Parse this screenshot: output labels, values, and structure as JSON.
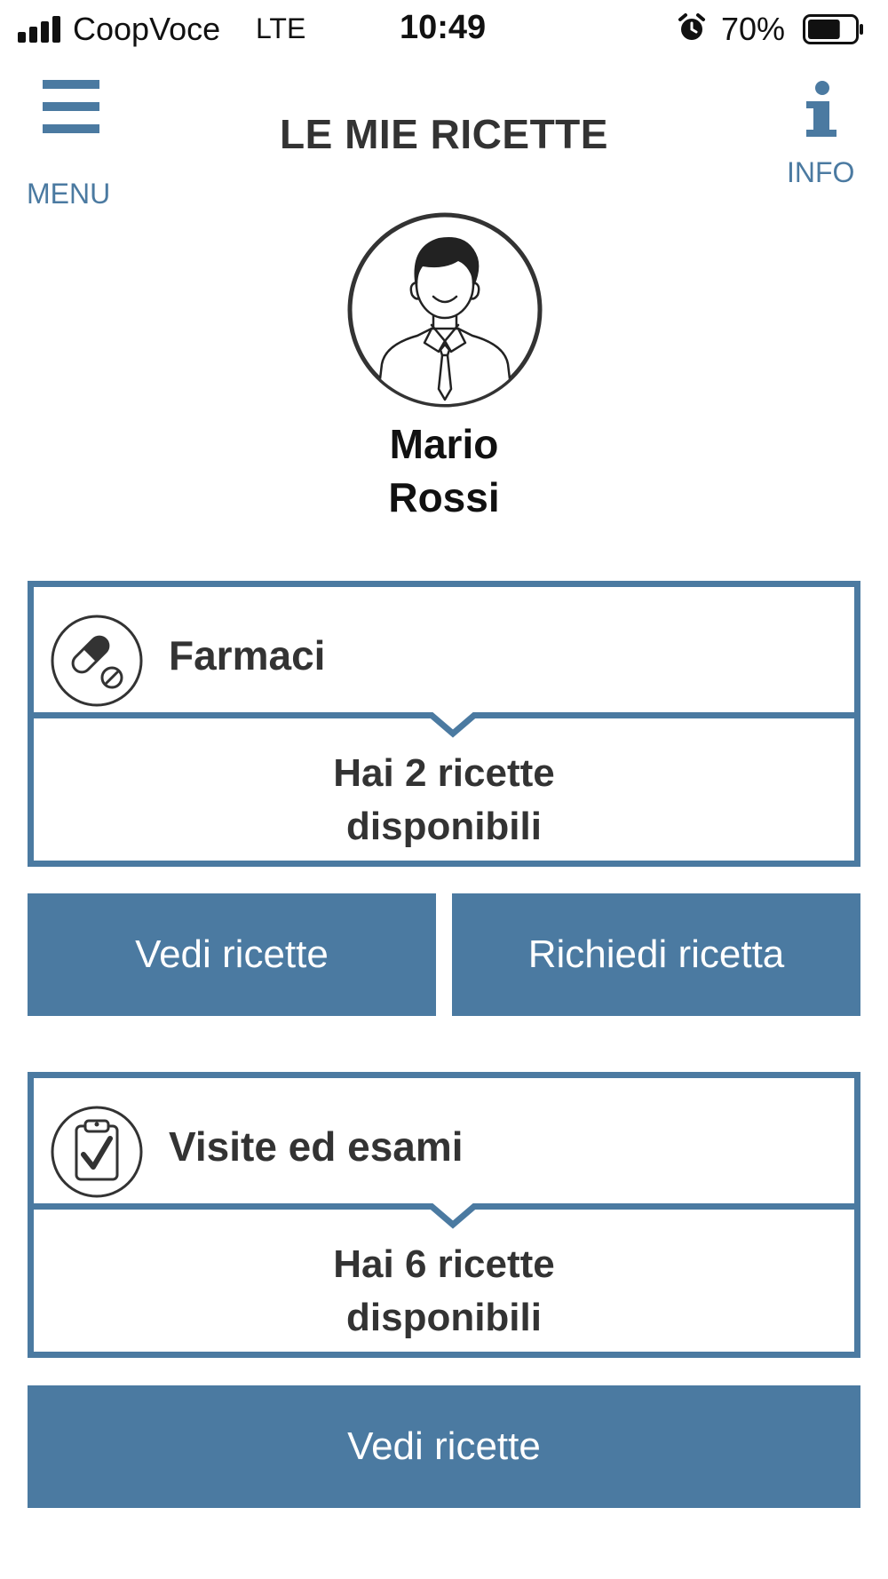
{
  "status_bar": {
    "carrier": "CoopVoce",
    "network": "LTE",
    "time": "10:49",
    "battery_percent": "70%",
    "battery_level": 0.7,
    "signal_bars": 4,
    "alarm_icon": "alarm-clock-icon"
  },
  "header": {
    "menu_label": "MENU",
    "title": "LE MIE RICETTE",
    "info_label": "INFO",
    "accent_color": "#4b7aa1"
  },
  "profile": {
    "first_name": "Mario",
    "last_name": "Rossi",
    "avatar_icon": "user-avatar-icon"
  },
  "sections": [
    {
      "icon": "pill-icon",
      "title": "Farmaci",
      "summary_line1": "Hai 2 ricette",
      "summary_line2": "disponibili",
      "buttons": [
        {
          "label": "Vedi ricette"
        },
        {
          "label": "Richiedi ricetta"
        }
      ]
    },
    {
      "icon": "clipboard-check-icon",
      "title": "Visite ed esami",
      "summary_line1": "Hai 6 ricette",
      "summary_line2": "disponibili",
      "buttons": [
        {
          "label": "Vedi ricette"
        }
      ]
    }
  ]
}
